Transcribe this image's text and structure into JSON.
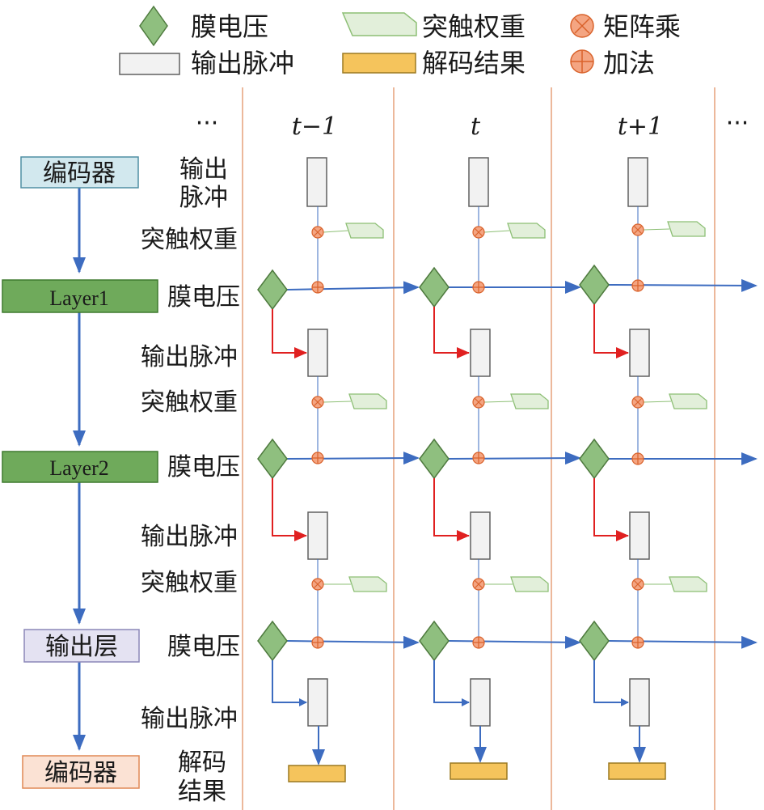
{
  "legend": {
    "membrane_potential": "膜电压",
    "synaptic_weight": "突触权重",
    "matmul": "矩阵乘",
    "output_spike": "输出脉冲",
    "decode_result": "解码结果",
    "addition": "加法"
  },
  "time_steps": {
    "left_ellipsis": "···",
    "t_minus_1": "t−1",
    "t": "t",
    "t_plus_1": "t+1",
    "right_ellipsis": "···"
  },
  "stack": {
    "encoder": "编码器",
    "layer1": "Layer1",
    "layer2": "Layer2",
    "output_layer": "输出层",
    "decoder": "编码器"
  },
  "row_labels": {
    "output_spike_top_line1": "输出",
    "output_spike_top_line2": "脉冲",
    "synaptic_weight_1": "突触权重",
    "membrane_potential_1": "膜电压",
    "output_spike_1": "输出脉冲",
    "synaptic_weight_2": "突触权重",
    "membrane_potential_2": "膜电压",
    "output_spike_2": "输出脉冲",
    "synaptic_weight_3": "突触权重",
    "membrane_potential_3": "膜电压",
    "output_spike_3": "输出脉冲",
    "decode_result_line1": "解码",
    "decode_result_line2": "结果"
  },
  "colors": {
    "diamond_fill": "#8fbf7f",
    "diamond_stroke": "#4e7a3e",
    "spike_fill": "#f2f2f2",
    "spike_stroke": "#606060",
    "weight_fill": "#e2efda",
    "weight_stroke": "#8dbf75",
    "op_fill": "#f4a582",
    "op_stroke": "#d9622b",
    "result_fill": "#f5c45c",
    "result_stroke": "#9c7a22",
    "blue_arrow": "#3d6cc0",
    "red_arrow": "#e02020",
    "divider": "#e6a07a",
    "encoder_fill": "#d2e8ee",
    "encoder_stroke": "#4f8fa4",
    "layer_fill": "#6faa5b",
    "layer_stroke": "#3f7a2e",
    "output_layer_fill": "#e4e2f2",
    "output_layer_stroke": "#8c87b8",
    "decoder_fill": "#fbe2d4",
    "decoder_stroke": "#e08855"
  }
}
